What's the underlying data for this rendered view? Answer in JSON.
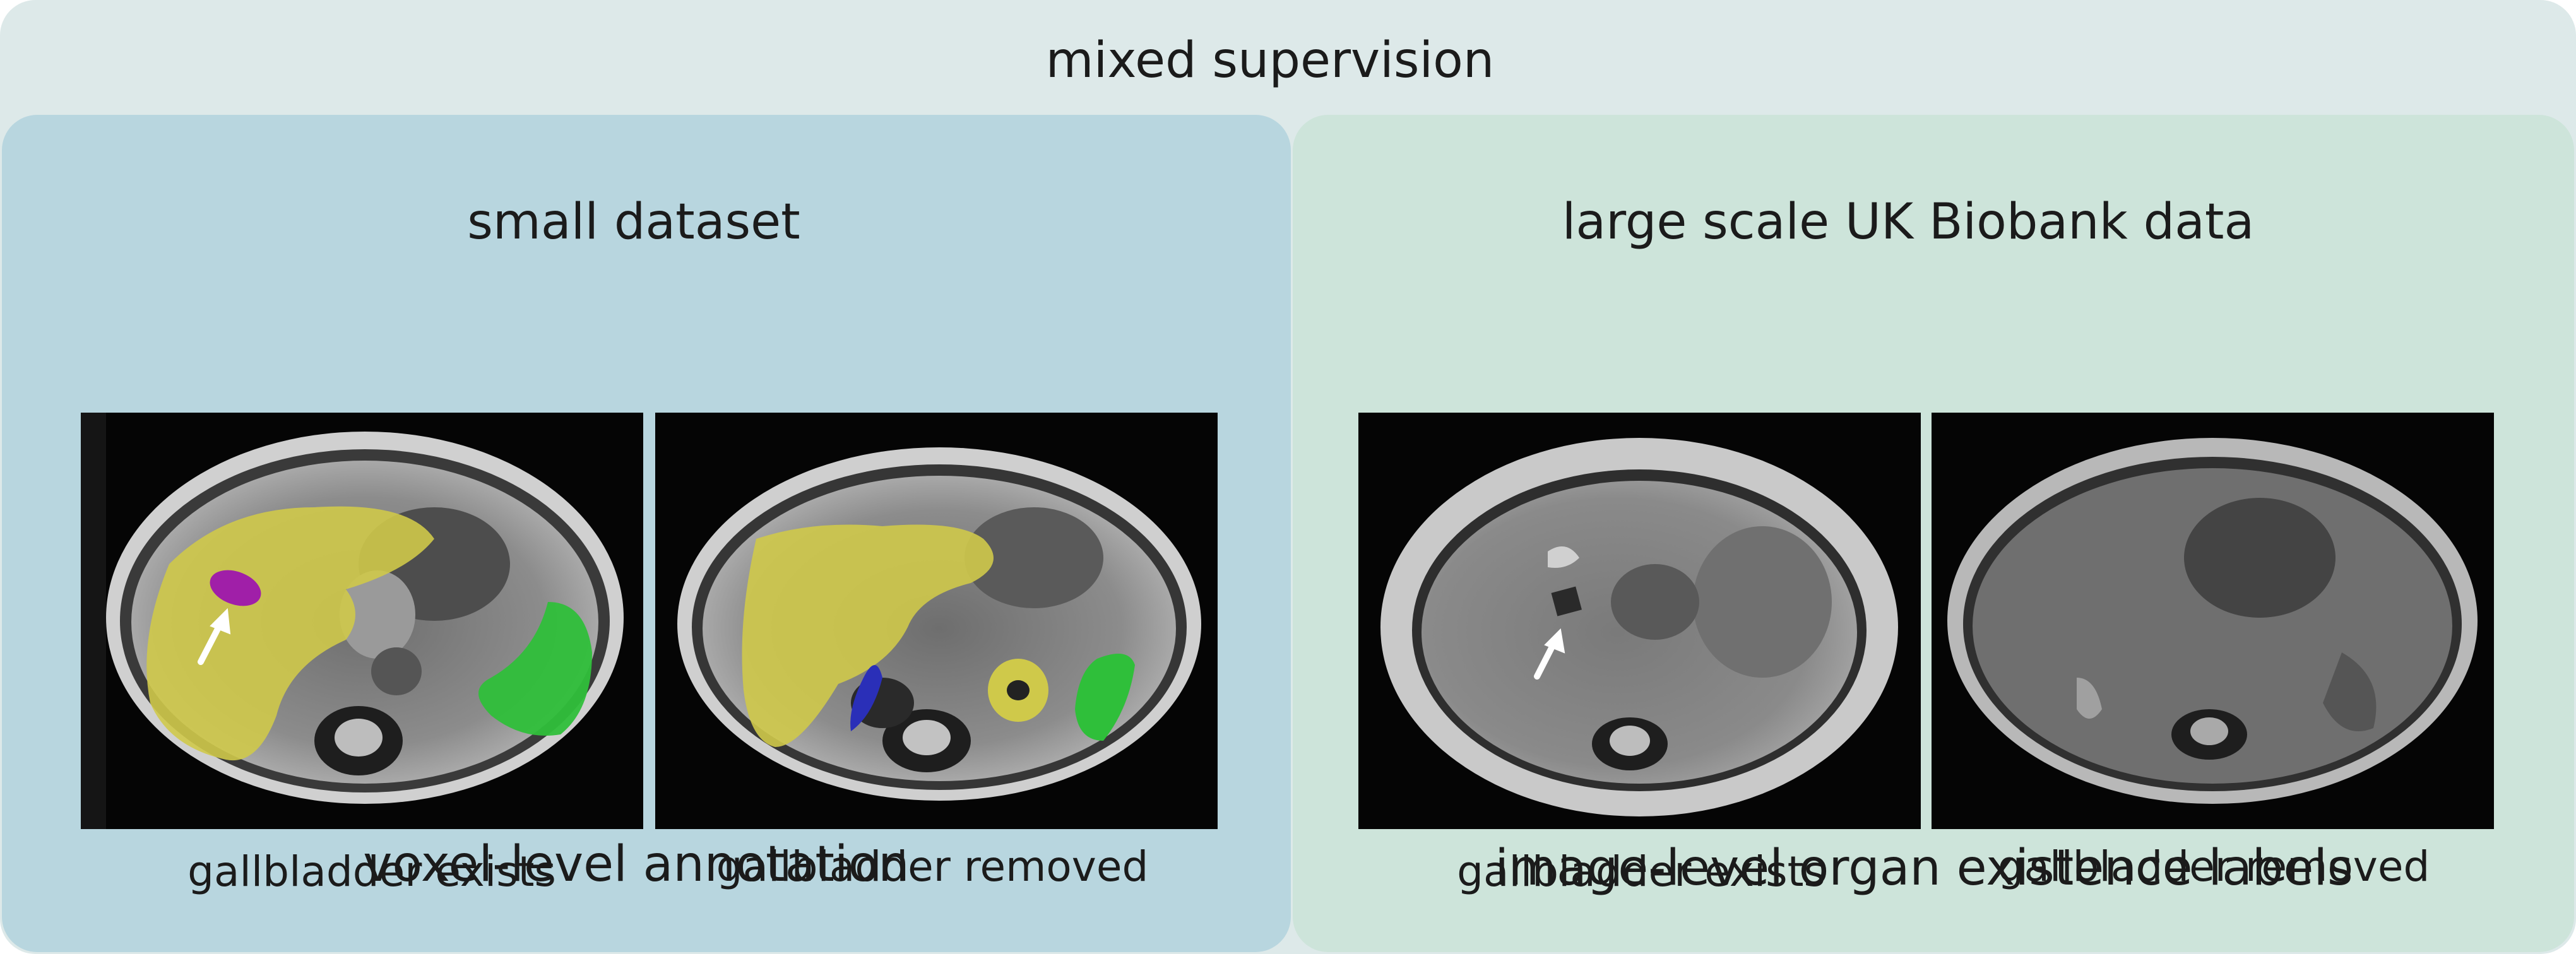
{
  "outer": {
    "title": "mixed supervision"
  },
  "left_panel": {
    "title": "small dataset",
    "footer": "voxel-level annotation",
    "images": [
      {
        "caption": "gallbladder exists"
      },
      {
        "caption": "gallbladder removed"
      }
    ]
  },
  "right_panel": {
    "title": "large scale UK Biobank data",
    "footer": "image-level organ existence labels",
    "images": [
      {
        "caption": "gallbladder exists"
      },
      {
        "caption": "gallbladder removed"
      }
    ]
  },
  "colors": {
    "outer_bg": "#dde9e9",
    "left_panel_bg": "#b8d6df",
    "right_panel_bg": "#cde4da",
    "liver_overlay": "#cfc94a",
    "gallbladder_overlay": "#a01fa8",
    "spleen_overlay": "#2fbf3a",
    "kidney_overlay": "#2a2fb8"
  }
}
